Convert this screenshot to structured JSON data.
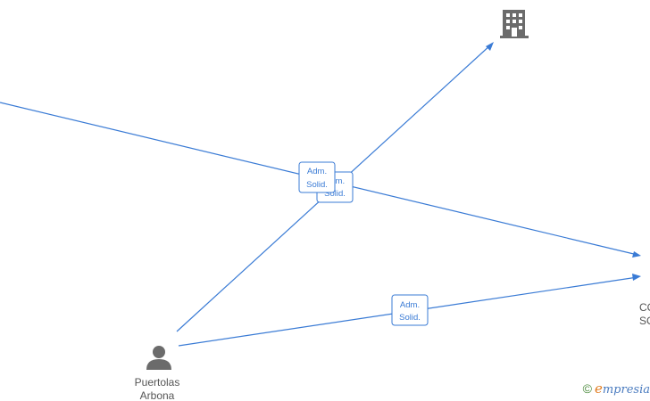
{
  "nodes": {
    "person": {
      "icon": "person-icon",
      "label_line1": "Puertolas",
      "label_line2": "Arbona"
    },
    "company_top": {
      "icon": "building-icon"
    },
    "company_right": {
      "label_line1": "CO",
      "label_line2": "SO"
    }
  },
  "edges": [
    {
      "id": "edge-1",
      "label_line1": "Adm.",
      "label_line2": "Solid."
    },
    {
      "id": "edge-2",
      "label_line1": "Adm.",
      "label_line2": "Solid."
    },
    {
      "id": "edge-3",
      "label_line1": "Adm.",
      "label_line2": "Solid."
    }
  ],
  "watermark": {
    "copyright": "©",
    "brand_initial": "e",
    "brand_rest": "mpresia"
  },
  "colors": {
    "edge": "#3a7bd5",
    "icon": "#6b6b6b"
  }
}
